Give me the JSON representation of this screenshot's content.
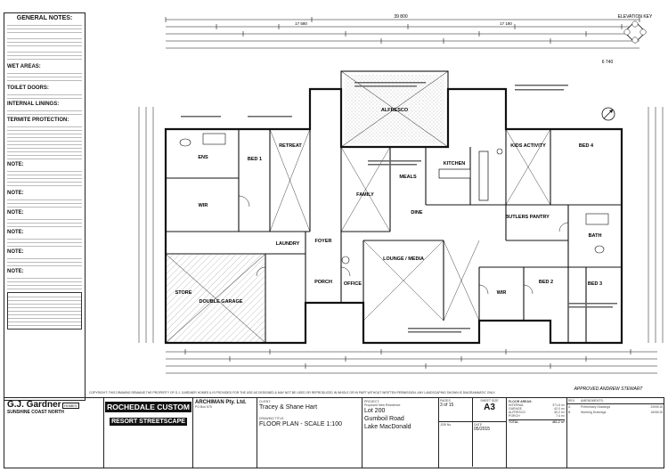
{
  "notes": {
    "heading": "GENERAL NOTES:",
    "sections": [
      {
        "title": "WET AREAS:"
      },
      {
        "title": "TOILET DOORS:"
      },
      {
        "title": "INTERNAL LININGS:"
      },
      {
        "title": "TERMITE PROTECTION:"
      },
      {
        "title": "NOTE:"
      },
      {
        "title": "NOTE:"
      },
      {
        "title": "NOTE:"
      },
      {
        "title": "NOTE:"
      },
      {
        "title": "NOTE:"
      },
      {
        "title": "NOTE:"
      }
    ]
  },
  "plan": {
    "overall_dim": "39 800",
    "dim_top_2": "17 580",
    "dim_top_3": "17 180",
    "dim_right_a": "6 740",
    "elevation_key": "ELEVATION KEY",
    "rooms": [
      {
        "name": "ALFRESCO"
      },
      {
        "name": "ENS"
      },
      {
        "name": "RETREAT"
      },
      {
        "name": "BED 1"
      },
      {
        "name": "WIR"
      },
      {
        "name": "FAMILY"
      },
      {
        "name": "MEALS"
      },
      {
        "name": "KITCHEN"
      },
      {
        "name": "KIDS ACTIVITY"
      },
      {
        "name": "BED 4"
      },
      {
        "name": "BUTLERS PANTRY"
      },
      {
        "name": "BATH"
      },
      {
        "name": "BED 3"
      },
      {
        "name": "BED 2"
      },
      {
        "name": "WIR"
      },
      {
        "name": "DINE"
      },
      {
        "name": "LOUNGE / MEDIA"
      },
      {
        "name": "OFFICE"
      },
      {
        "name": "FOYER"
      },
      {
        "name": "PORCH"
      },
      {
        "name": "LAUNDRY"
      },
      {
        "name": "DOUBLE GARAGE"
      },
      {
        "name": "STORE"
      }
    ],
    "approved": "APPROVED ANDREW STEWART",
    "copyright": "COPYRIGHT: THIS DRAWING REMAINS THE PROPERTY OF G.J. GARDNER HOMES & IS PROVIDED FOR THE USE AS DESIGNED & MAY NOT BE USED OR REPRODUCED IN WHOLE OR IN PART WITHOUT WRITTEN PERMISSION. ANY LANDSCAPING SHOWN IS DIAGRAMMATIC ONLY."
  },
  "title_block": {
    "company": "G.J. Gardner",
    "company_suffix": "HOMES",
    "branch": "SUNSHINE COAST NORTH",
    "brand_line1": "ROCHEDALE CUSTOM",
    "brand_line2": "RESORT STREETSCAPE",
    "architect": "ARCHIMAN Pty. Ltd.",
    "architect_addr": "PO Box 575",
    "client_label": "CLIENT:",
    "client": "Tracey & Shane Hart",
    "drawing_label": "DRAWING TITLE:",
    "drawing_title": "FLOOR PLAN - SCALE 1:100",
    "project_label": "PROJECT:",
    "project": "Proposed New Residence",
    "lot": "Lot 200",
    "road": "Gumboil Road",
    "town": "Lake MacDonald",
    "pages_label": "PAGES",
    "pages": "3 of 15",
    "sheet_label": "SHEET SIZE",
    "sheet": "A3",
    "job_label": "JOB No.",
    "date_label": "DATE",
    "date": "05/2015",
    "floor_areas_label": "FLOOR AREAS:",
    "areas": [
      {
        "name": "INTERNAL",
        "value": "371.6 m²"
      },
      {
        "name": "GARAGE",
        "value": "42.0 m²"
      },
      {
        "name": "ALFRESCO",
        "value": "40.2 m²"
      },
      {
        "name": "PORCH",
        "value": "7.4 m²"
      }
    ],
    "total_label": "TOTAL",
    "total": "461.2 m²",
    "rev_label": "REV.",
    "amendments": "AMENDMENTS:",
    "rev_rows": [
      {
        "rev": "A",
        "text": "Preliminary Drawings",
        "date": "29/05/15"
      },
      {
        "rev": "B",
        "text": "Working Drawings",
        "date": "16/06/15"
      }
    ]
  }
}
